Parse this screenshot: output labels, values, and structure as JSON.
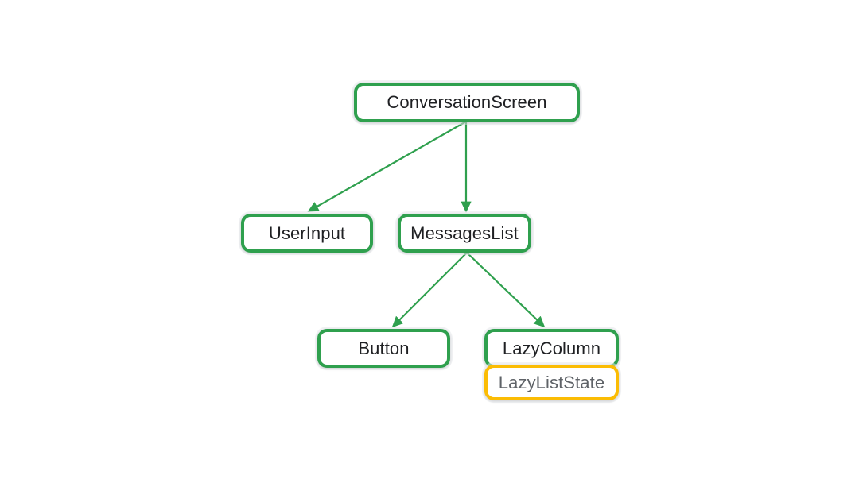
{
  "diagram": {
    "type": "tree",
    "background": "#ffffff",
    "colors": {
      "node_border_green": "#2fa04e",
      "node_border_yellow": "#fbbc04",
      "edge_green": "#2fa04e",
      "label_dark": "#1f2023",
      "label_muted": "#5f6368",
      "node_fill": "#ffffff"
    },
    "nodes": [
      {
        "id": "conversation-screen",
        "label": "ConversationScreen",
        "style": "green",
        "text_tone": "dark"
      },
      {
        "id": "user-input",
        "label": "UserInput",
        "style": "green",
        "text_tone": "dark"
      },
      {
        "id": "messages-list",
        "label": "MessagesList",
        "style": "green",
        "text_tone": "dark"
      },
      {
        "id": "button",
        "label": "Button",
        "style": "green",
        "text_tone": "dark"
      },
      {
        "id": "lazy-column",
        "label": "LazyColumn",
        "style": "green",
        "text_tone": "dark"
      },
      {
        "id": "lazy-list-state",
        "label": "LazyListState",
        "style": "yellow",
        "text_tone": "muted"
      }
    ],
    "edges": [
      {
        "from": "conversation-screen",
        "to": "user-input",
        "arrow": "single"
      },
      {
        "from": "conversation-screen",
        "to": "messages-list",
        "arrow": "single"
      },
      {
        "from": "messages-list",
        "to": "button",
        "arrow": "single"
      },
      {
        "from": "messages-list",
        "to": "lazy-column",
        "arrow": "single"
      }
    ]
  }
}
